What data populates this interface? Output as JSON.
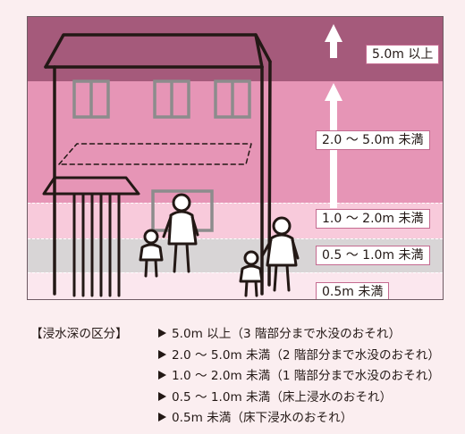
{
  "flood_levels": [
    {
      "label": "5.0m 以上"
    },
    {
      "label": "2.0 〜 5.0m 未満"
    },
    {
      "label": "1.0 〜 2.0m 未満"
    },
    {
      "label": "0.5 〜 1.0m 未満"
    },
    {
      "label": "0.5m 未満"
    }
  ],
  "legend": {
    "heading": "【浸水深の区分】",
    "items": [
      "5.0m 以上（3 階部分まで水没のおそれ）",
      "2.0 〜 5.0m 未満（2 階部分まで水没のおそれ）",
      "1.0 〜 2.0m 未満（1 階部分まで水没のおそれ）",
      "0.5 〜 1.0m 未満（床上浸水のおそれ）",
      "0.5m 未満（床下浸水のおそれ）"
    ]
  },
  "colors": {
    "band_5m": "#a55a7b",
    "band_2m_5m": "#e695b6",
    "band_1m_2m": "#f8cadb",
    "band_05_1m": "#d8d5d6",
    "band_under_05": "#fbe7ee",
    "label_border": "#c46a90",
    "background": "#fbeef0"
  },
  "icons": [
    "house-illustration",
    "adult-figure",
    "child-figure",
    "up-arrow"
  ]
}
